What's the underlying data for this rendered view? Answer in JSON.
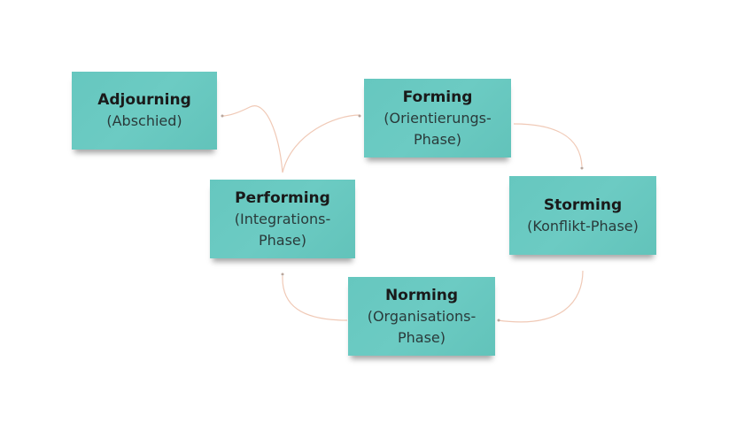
{
  "diagram": {
    "stages": [
      {
        "id": "adjourning",
        "title": "Adjourning",
        "subtitle": "(Abschied)"
      },
      {
        "id": "forming",
        "title": "Forming",
        "subtitle": "(Orientierungs-\nPhase)"
      },
      {
        "id": "storming",
        "title": "Storming",
        "subtitle": "(Konflikt-Phase)"
      },
      {
        "id": "norming",
        "title": "Norming",
        "subtitle": "(Organisations-\nPhase)"
      },
      {
        "id": "performing",
        "title": "Performing",
        "subtitle": "(Integrations-\nPhase)"
      }
    ],
    "connections": [
      {
        "from": "forming",
        "to": "storming"
      },
      {
        "from": "storming",
        "to": "norming"
      },
      {
        "from": "norming",
        "to": "performing"
      },
      {
        "from": "performing",
        "to": "forming"
      },
      {
        "from": "performing",
        "to": "adjourning"
      }
    ],
    "colors": {
      "note": "#66c7bf",
      "connector": "#f0c9b6",
      "text": "#1a1a1a"
    }
  }
}
